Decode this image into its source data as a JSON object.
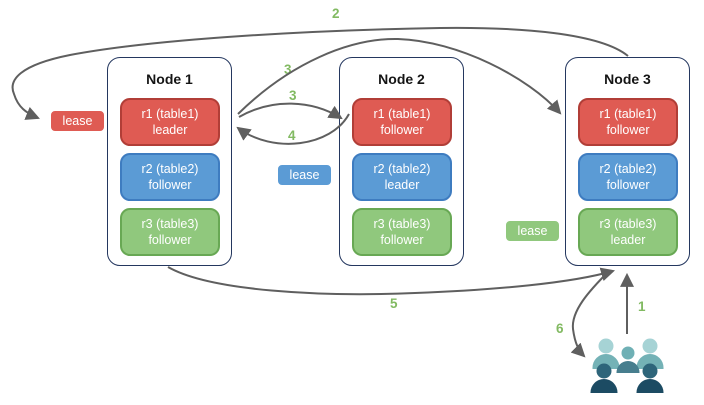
{
  "nodes": [
    {
      "title": "Node 1",
      "replicas": [
        {
          "name": "r1 (table1)",
          "role": "leader",
          "color": "red"
        },
        {
          "name": "r2 (table2)",
          "role": "follower",
          "color": "blue"
        },
        {
          "name": "r3 (table3)",
          "role": "follower",
          "color": "green"
        }
      ]
    },
    {
      "title": "Node 2",
      "replicas": [
        {
          "name": "r1 (table1)",
          "role": "follower",
          "color": "red"
        },
        {
          "name": "r2 (table2)",
          "role": "leader",
          "color": "blue"
        },
        {
          "name": "r3 (table3)",
          "role": "follower",
          "color": "green"
        }
      ]
    },
    {
      "title": "Node 3",
      "replicas": [
        {
          "name": "r1 (table1)",
          "role": "follower",
          "color": "red"
        },
        {
          "name": "r2 (table2)",
          "role": "follower",
          "color": "blue"
        },
        {
          "name": "r3 (table3)",
          "role": "leader",
          "color": "green"
        }
      ]
    }
  ],
  "leases": [
    {
      "label": "lease",
      "color": "red"
    },
    {
      "label": "lease",
      "color": "blue"
    },
    {
      "label": "lease",
      "color": "green"
    }
  ],
  "steps": [
    {
      "text": "1"
    },
    {
      "text": "2"
    },
    {
      "text": "3"
    },
    {
      "text": "3"
    },
    {
      "text": "4"
    },
    {
      "text": "5"
    },
    {
      "text": "6"
    }
  ],
  "icons": {
    "users": "users-group-icon"
  },
  "colors": {
    "red_fill": "#df5b53",
    "red_border": "#b13e37",
    "blue_fill": "#5b9bd5",
    "blue_border": "#3e7cc0",
    "green_fill": "#90c87d",
    "green_border": "#68a854",
    "node_border": "#24375f",
    "arrow": "#5f5f5f",
    "step_label": "#82ba62",
    "users_light_head": "#a6d3d5",
    "users_light_body": "#74b2b6",
    "users_mid_head": "#6fb0b5",
    "users_mid_body": "#477e8e",
    "users_dark_head": "#2e657a",
    "users_dark_body": "#1c4b63"
  }
}
